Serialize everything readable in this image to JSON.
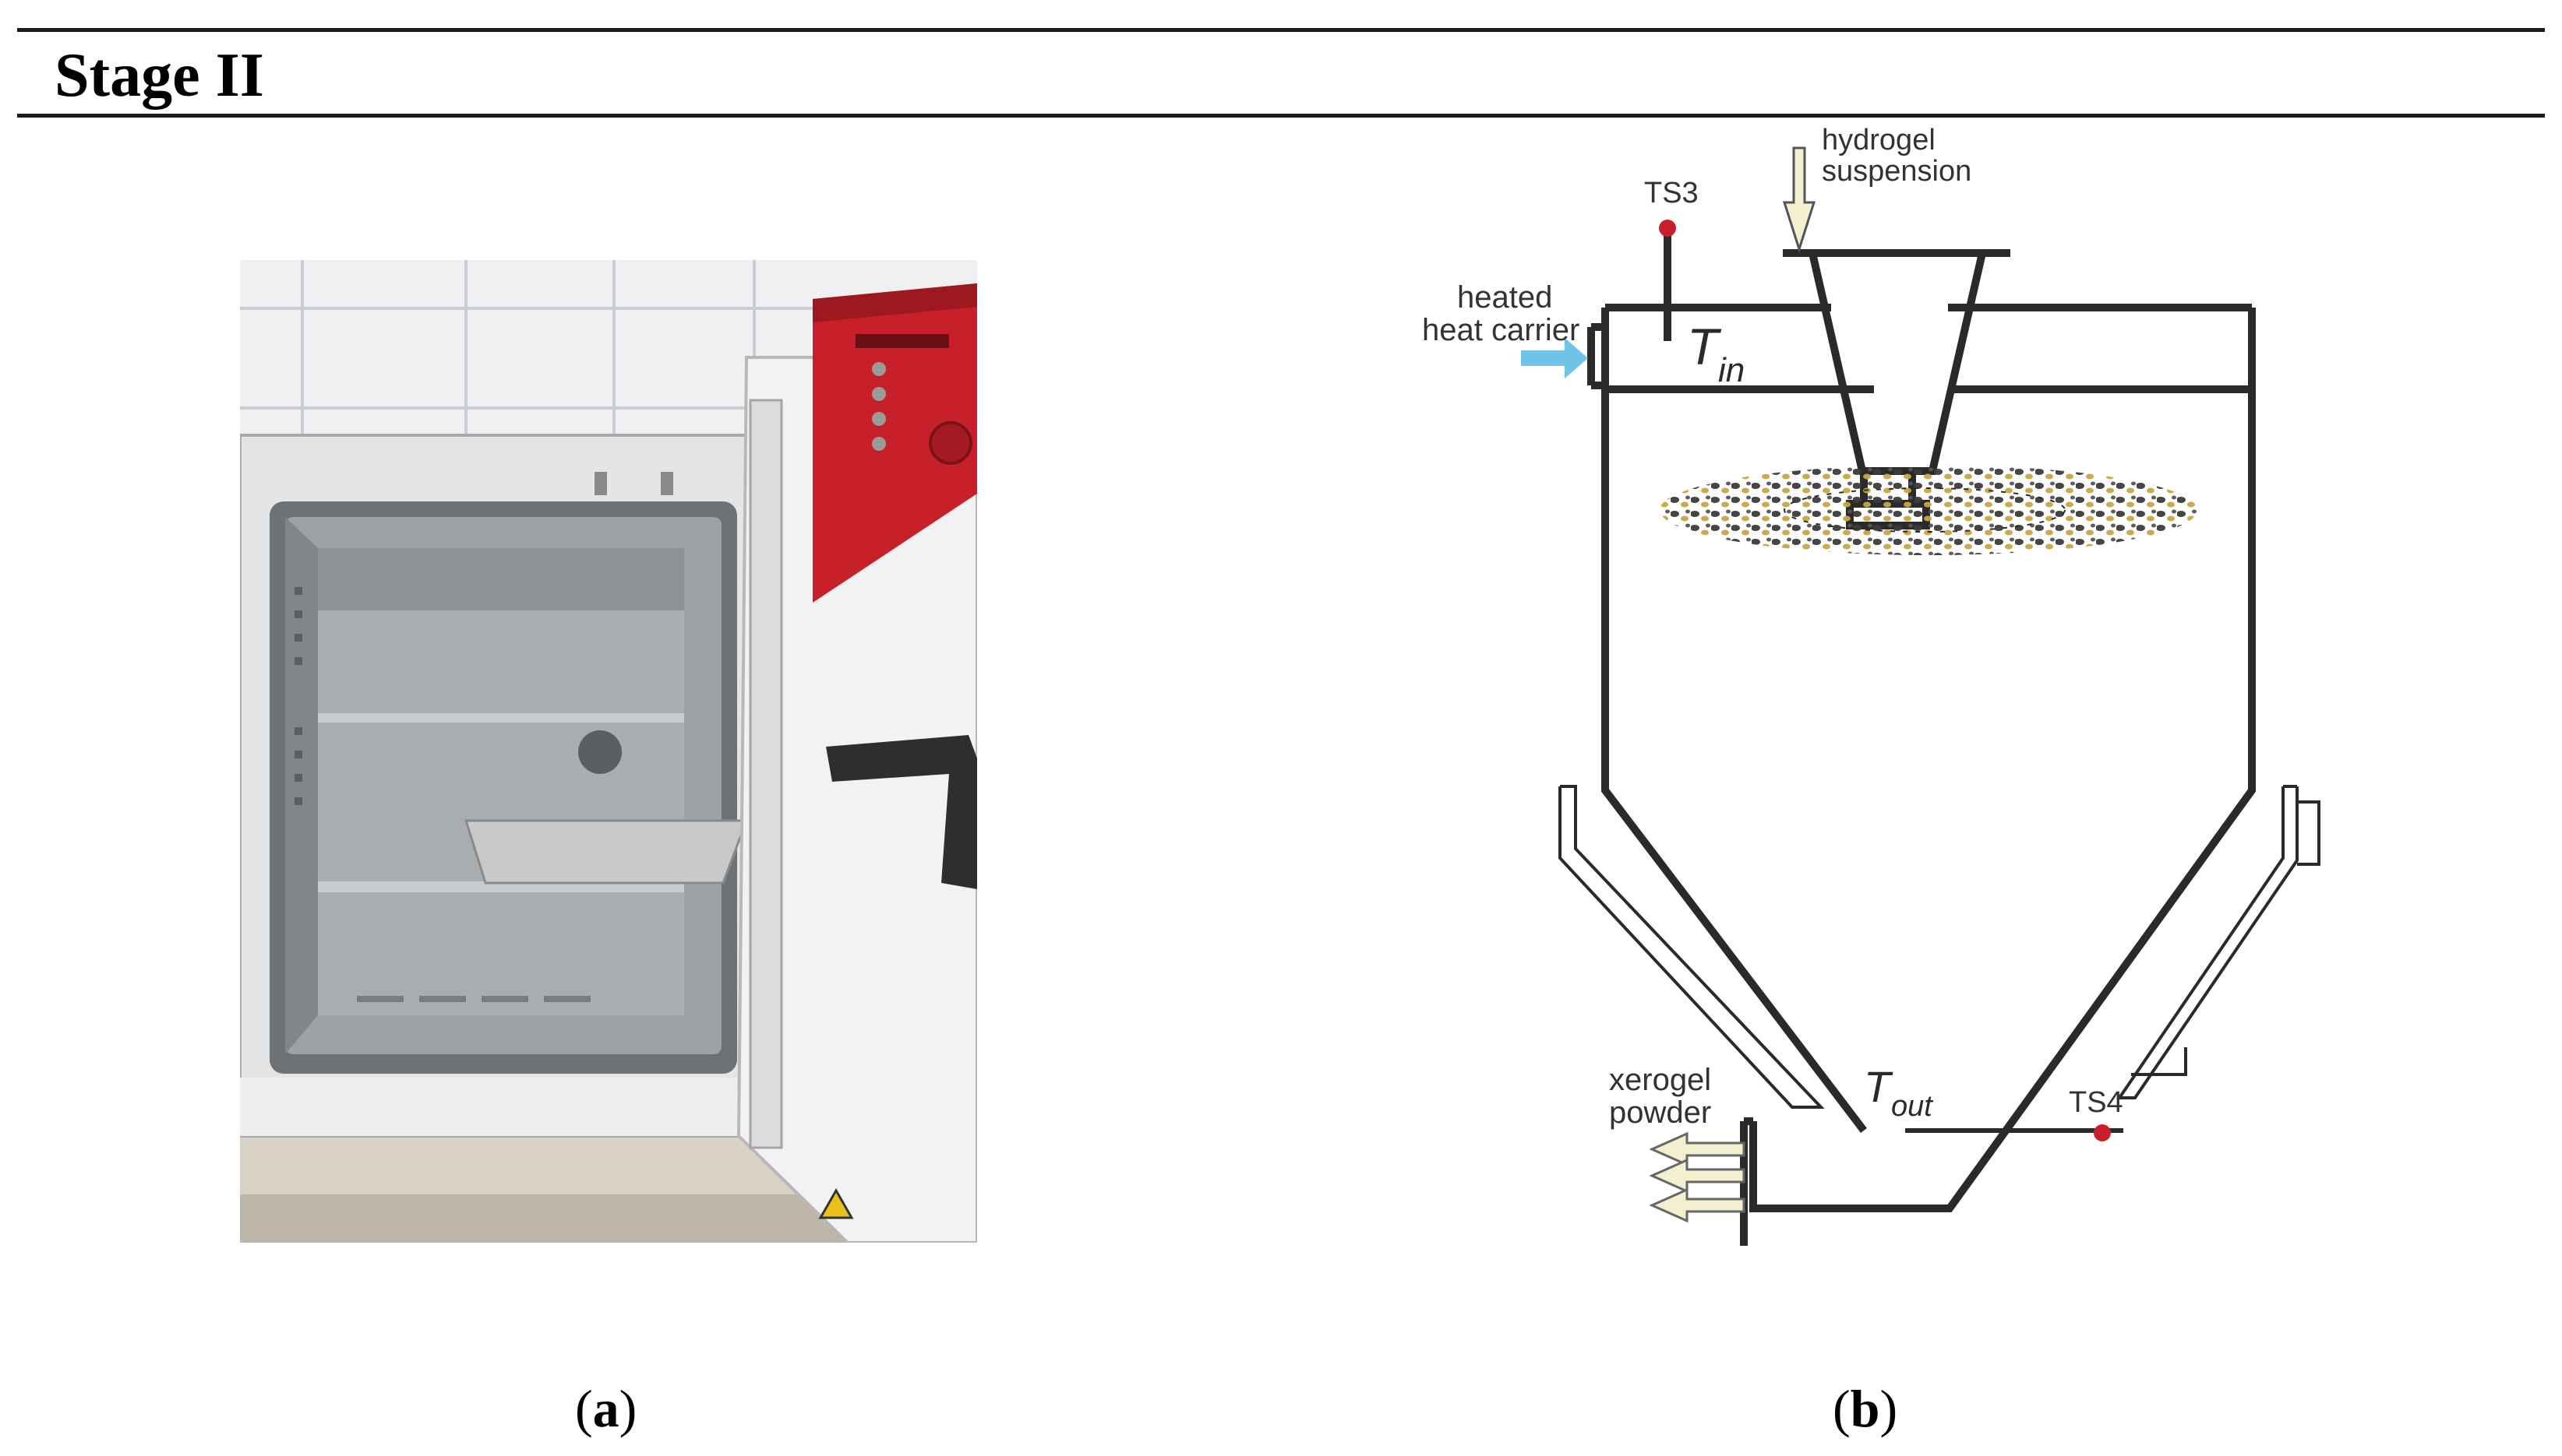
{
  "header": {
    "title": "Stage II"
  },
  "panel_a": {
    "caption_open": "(",
    "caption_letter": "a",
    "caption_close": ")"
  },
  "panel_b": {
    "caption_open": "(",
    "caption_letter": "b",
    "caption_close": ")",
    "labels": {
      "hydrogel_line1": "hydrogel",
      "hydrogel_line2": "suspension",
      "ts3": "TS3",
      "heated_line1": "heated",
      "heated_line2": "heat carrier",
      "t_in_main": "T",
      "t_in_sub": "in",
      "t_out_main": "T",
      "t_out_sub": "out",
      "ts4": "TS4",
      "xerogel_line1": "xerogel",
      "xerogel_line2": "powder"
    },
    "colors": {
      "sensor": "#c8202a",
      "heat_arrow": "#6ec3e6",
      "feed_arrow": "#f3efcf",
      "outline": "#2a2a2a",
      "oven_red": "#c8202a"
    }
  }
}
